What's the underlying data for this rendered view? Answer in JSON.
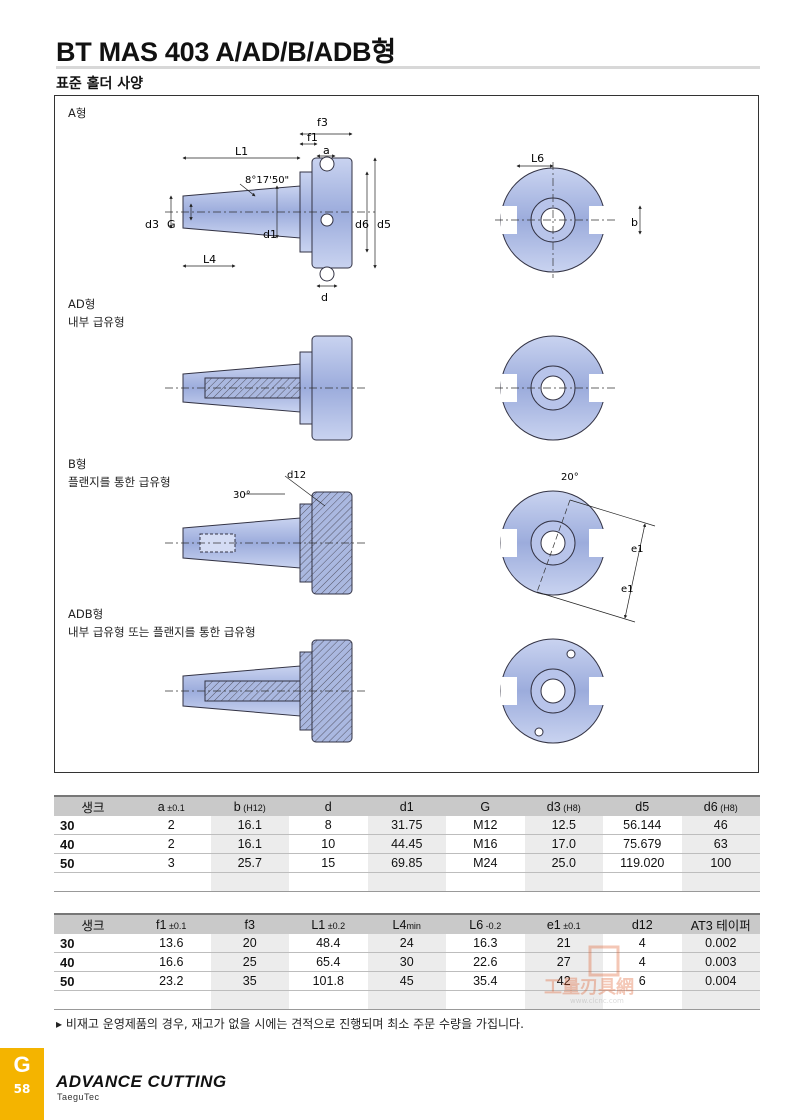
{
  "header": {
    "title": "BT MAS 403 A/AD/B/ADB형",
    "subtitle": "표준 홀더 사양"
  },
  "diagram": {
    "types": [
      {
        "label": "A형",
        "desc": ""
      },
      {
        "label": "AD형",
        "desc": "내부 급유형"
      },
      {
        "label": "B형",
        "desc": "플랜지를 통한 급유형"
      },
      {
        "label": "ADB형",
        "desc": "내부 급유형 또는 플랜지를 통한 급유형"
      }
    ],
    "dims": {
      "f3": "f3",
      "f1": "f1",
      "a": "a",
      "L1": "L1",
      "angle": "8°17'50\"",
      "d3": "d3",
      "G": "G",
      "d1": "d1",
      "d6": "d6",
      "d5": "d5",
      "L4": "L4",
      "d": "d",
      "L6": "L6",
      "b": "b",
      "d12": "d12",
      "deg30": "30°",
      "deg20": "20°",
      "e1a": "e1",
      "e1b": "e1"
    }
  },
  "table1": {
    "headers": [
      {
        "main": "생크",
        "sub": ""
      },
      {
        "main": "a",
        "sub": " ±0.1"
      },
      {
        "main": "b",
        "sub": " (H12)"
      },
      {
        "main": "d",
        "sub": ""
      },
      {
        "main": "d1",
        "sub": ""
      },
      {
        "main": "G",
        "sub": ""
      },
      {
        "main": "d3",
        "sub": " (H8)"
      },
      {
        "main": "d5",
        "sub": ""
      },
      {
        "main": "d6",
        "sub": " (H8)"
      }
    ],
    "rows": [
      [
        "30",
        "2",
        "16.1",
        "8",
        "31.75",
        "M12",
        "12.5",
        "56.144",
        "46"
      ],
      [
        "40",
        "2",
        "16.1",
        "10",
        "44.45",
        "M16",
        "17.0",
        "75.679",
        "63"
      ],
      [
        "50",
        "3",
        "25.7",
        "15",
        "69.85",
        "M24",
        "25.0",
        "119.020",
        "100"
      ]
    ]
  },
  "table2": {
    "headers": [
      {
        "main": "생크",
        "sub": ""
      },
      {
        "main": "f1",
        "sub": " ±0.1"
      },
      {
        "main": "f3",
        "sub": ""
      },
      {
        "main": "L1",
        "sub": " ±0.2"
      },
      {
        "main": "L4",
        "sub": "min"
      },
      {
        "main": "L6",
        "sub": " -0.2"
      },
      {
        "main": "e1",
        "sub": " ±0.1"
      },
      {
        "main": "d12",
        "sub": ""
      },
      {
        "main": "AT3 테이퍼",
        "sub": ""
      }
    ],
    "rows": [
      [
        "30",
        "13.6",
        "20",
        "48.4",
        "24",
        "16.3",
        "21",
        "4",
        "0.002"
      ],
      [
        "40",
        "16.6",
        "25",
        "65.4",
        "30",
        "22.6",
        "27",
        "4",
        "0.003"
      ],
      [
        "50",
        "23.2",
        "35",
        "101.8",
        "45",
        "35.4",
        "42",
        "6",
        "0.004"
      ]
    ]
  },
  "note": "▸ 비재고 운영제품의 경우, 재고가 없을 시에는 견적으로 진행되며 최소 주문 수량을 가집니다.",
  "watermark": {
    "text": "工量刃具網",
    "url": "www.clcnc.com"
  },
  "footer": {
    "section_letter": "G",
    "page_number": "58",
    "brand": "ADVANCE CUTTING",
    "brand_sub": "TaeguTec"
  },
  "colors": {
    "part_fill": "#aab8e0",
    "part_dark": "#6f80b8",
    "tab": "#f4b400"
  }
}
